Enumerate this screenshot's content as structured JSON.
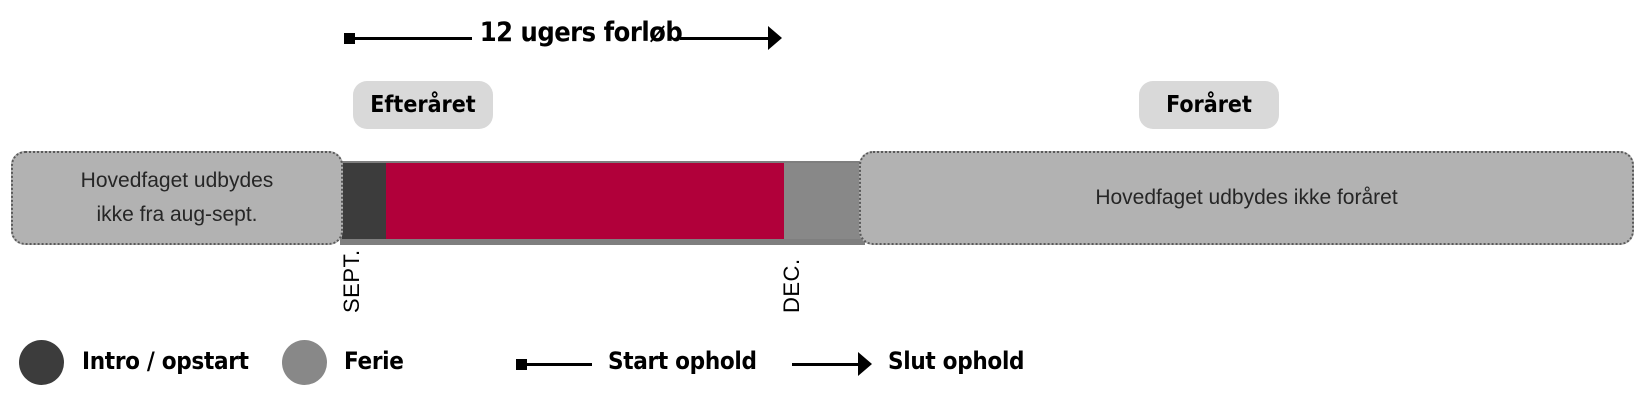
{
  "duration": {
    "label": "12 ugers forløb"
  },
  "seasons": {
    "autumn": "Efteråret",
    "spring": "Foråret"
  },
  "info": {
    "left_line1": "Hovedfaget udbydes",
    "left_line2": "ikke fra aug-sept.",
    "right": "Hovedfaget udbydes ikke foråret"
  },
  "months": {
    "start": "SEPT.",
    "end": "DEC."
  },
  "legend": {
    "intro": "Intro / opstart",
    "break": "Ferie",
    "start": "Start ophold",
    "end": "Slut ophold"
  },
  "colors": {
    "intro": "#3c3c3c",
    "break": "#888888",
    "main": "#b1003a",
    "unavailable": "#b2b2b2",
    "pill": "#d9d9d9"
  }
}
